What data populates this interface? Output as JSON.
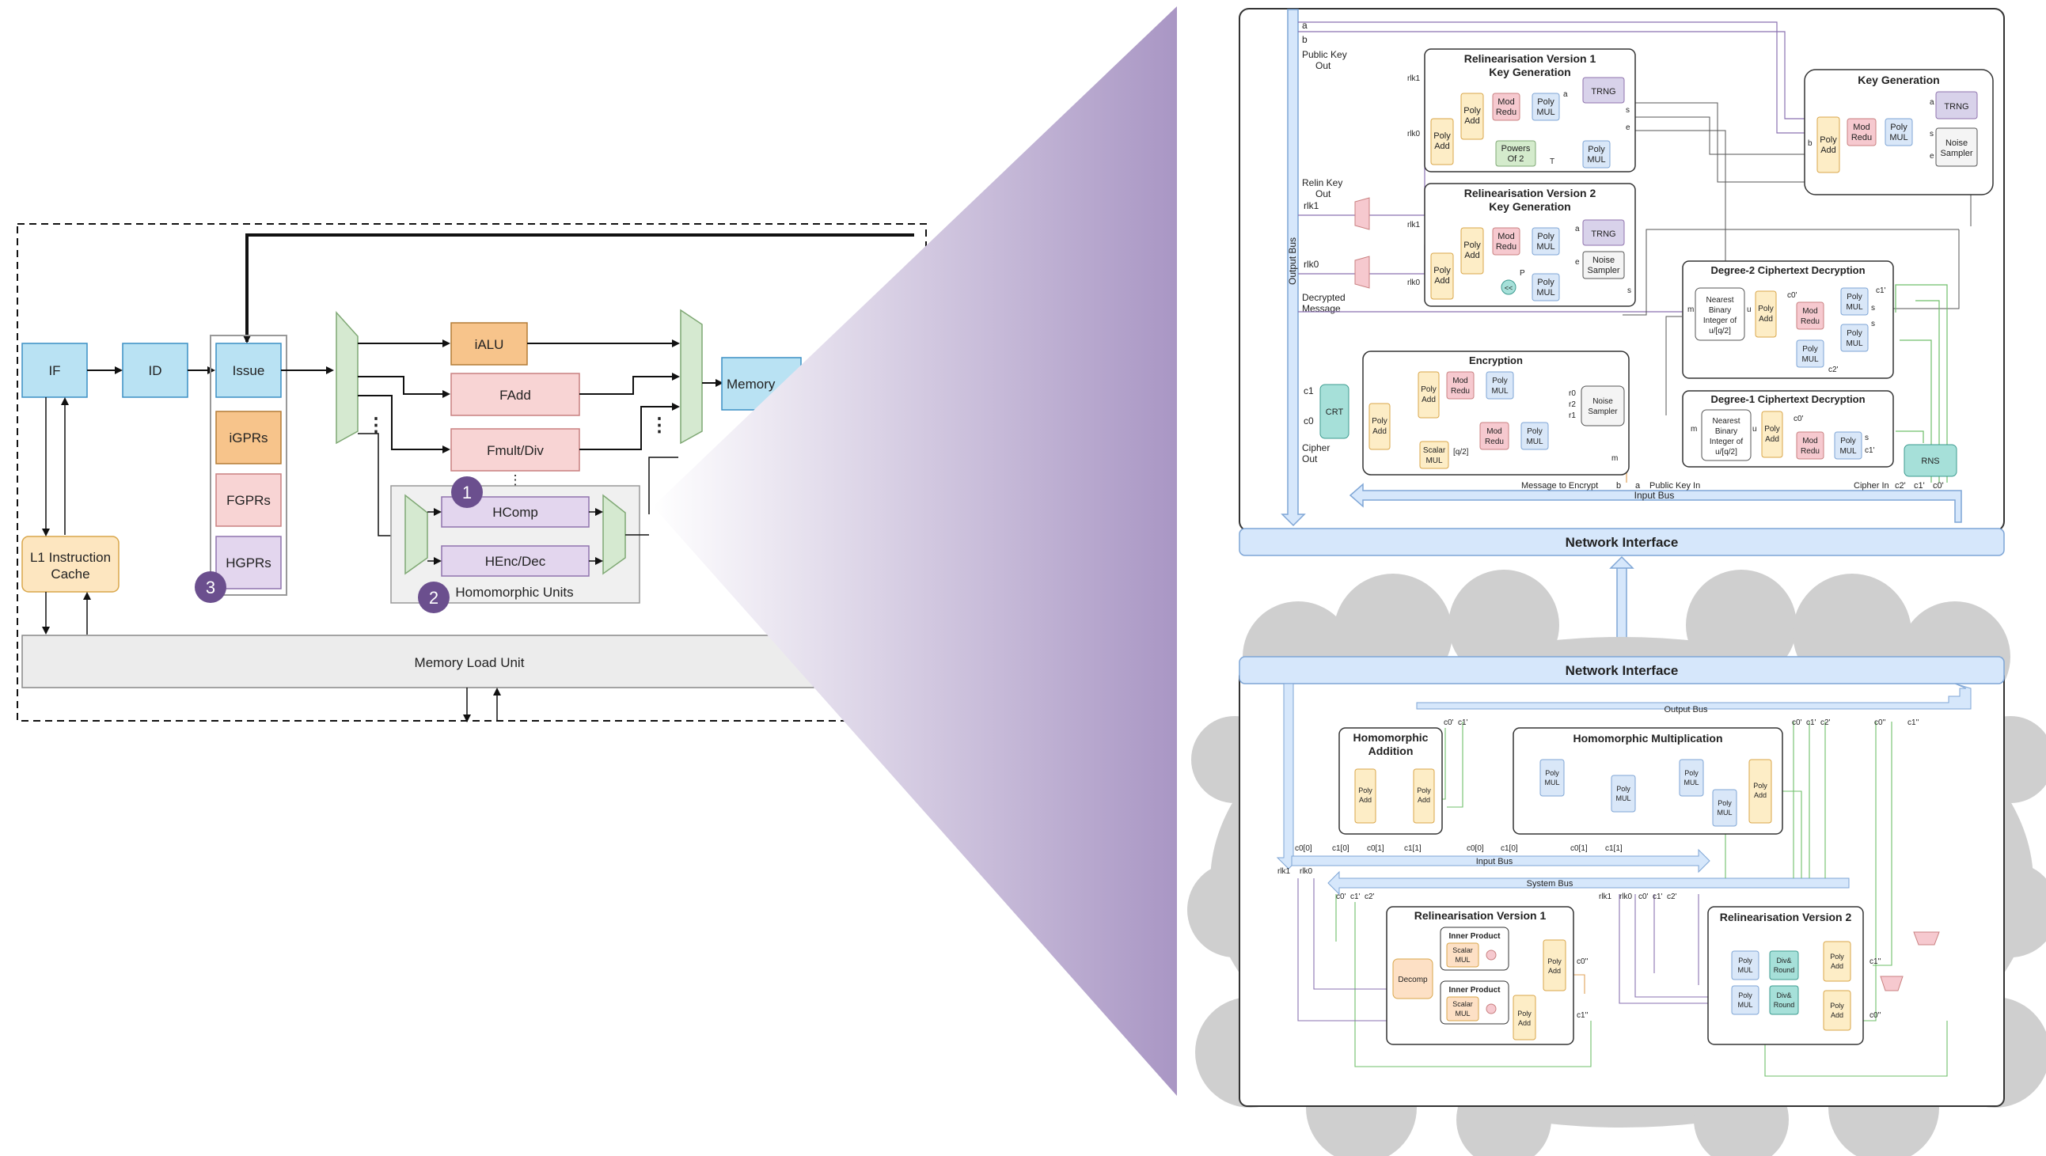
{
  "colors": {
    "blue": "#b9e2f3",
    "blue_stroke": "#3b8fc4",
    "orange": "#f7c48b",
    "orange_stroke": "#b37c36",
    "red": "#f8d4d4",
    "red_stroke": "#c98080",
    "purple": "#e3d6ee",
    "purple_stroke": "#8f73ad",
    "green": "#d5e9d0",
    "green_stroke": "#7fa874",
    "yellow": "#fde6c0",
    "yellow_stroke": "#d9a64a",
    "badge": "#6b4f8e",
    "poly_mul": "#d9e7f8",
    "mod_redu": "#f6c9cf",
    "poly_add": "#fdedc6",
    "trng": "#d8d2ea",
    "powers": "#d4ebcc",
    "crt": "#a6e0d9",
    "bus": "#d6e7fb",
    "bus_stroke": "#7fa6d6",
    "cloud": "#cfcfcf"
  },
  "pipeline": {
    "if": "IF",
    "id": "ID",
    "issue": "Issue",
    "igprs": "iGPRs",
    "fgprs": "FGPRs",
    "hgprs": "HGPRs",
    "ialu": "iALU",
    "fadd": "FAdd",
    "fmult": "Fmult/Div",
    "memory": "Memory",
    "hcomp": "HComp",
    "hencdec": "HEnc/Dec",
    "homomorphic_units": "Homomorphic Units",
    "l1_cache": [
      "L1 Instruction",
      "Cache"
    ],
    "memory_load": "Memory Load Unit",
    "badge1": "1",
    "badge2": "2",
    "badge3": "3",
    "dots": "⋮"
  },
  "top_module": {
    "bus_labels": {
      "output_bus": "Output Bus",
      "input_bus": "Input Bus"
    },
    "side_labels": {
      "a": "a",
      "b": "b",
      "public_key_out": [
        "Public Key",
        "Out"
      ],
      "relin_key_out": [
        "Relin Key",
        "Out"
      ],
      "rlk1": "rlk1",
      "rlk0": "rlk0",
      "decrypted": [
        "Decrypted",
        "Message"
      ],
      "c1": "c1",
      "c0": "c0",
      "cipher_out": [
        "Cipher",
        "Out"
      ]
    },
    "relin1_title": [
      "Relinearisation Version 1",
      "Key Generation"
    ],
    "relin2_title": [
      "Relinearisation Version 2",
      "Key Generation"
    ],
    "keygen_title": "Key Generation",
    "deg2_title": "Degree-2 Ciphertext Decryption",
    "deg1_title": "Degree-1 Ciphertext Decryption",
    "enc_title": "Encryption",
    "blocks": {
      "poly_add": [
        "Poly",
        "Add"
      ],
      "poly_mul": [
        "Poly",
        "MUL"
      ],
      "mod_redu": [
        "Mod",
        "Redu"
      ],
      "trng": "TRNG",
      "noise_sampler": [
        "Noise",
        "Sampler"
      ],
      "powers": [
        "Powers",
        "Of 2"
      ],
      "scalar_mul": [
        "Scalar",
        "MUL"
      ],
      "crt": "CRT",
      "rns": "RNS",
      "nearest": [
        "Nearest",
        "Binary",
        "Integer of",
        "u/[q/2]"
      ],
      "shift": "<<"
    },
    "wire_labels": {
      "s": "s",
      "e": "e",
      "a": "a",
      "T": "T",
      "P": "P",
      "m": "m",
      "u": "u",
      "c0p": "c0'",
      "c1p": "c1'",
      "c2p": "c2'",
      "r0": "r0",
      "r1": "r1",
      "r2": "r2",
      "q2": "[q/2]",
      "rlk1": "rlk1",
      "rlk0": "rlk0"
    },
    "bottom_labels": {
      "message_to_encrypt": "Message to Encrypt",
      "b": "b",
      "a": "a",
      "public_key_in": "Public Key In",
      "cipher_in": "Cipher In",
      "c2p": "c2'",
      "c1p": "c1'",
      "c0p": "c0'"
    }
  },
  "network_interface": "Network Interface",
  "bottom_module": {
    "output_bus": "Output Bus",
    "input_bus": "Input Bus",
    "system_bus": "System Bus",
    "hadd_title": [
      "Homomorphic",
      "Addition"
    ],
    "hmul_title": "Homomorphic Multiplication",
    "relin1_title": "Relinearisation Version 1",
    "relin2_title": "Relinearisation Version 2",
    "inner_product": "Inner Product",
    "decomp": "Decomp",
    "div_round": [
      "Div&",
      "Round"
    ],
    "wire_labels": {
      "c00": "c0[0]",
      "c10": "c1[0]",
      "c01": "c0[1]",
      "c11": "c1[1]",
      "c0p": "c0'",
      "c1p": "c1'",
      "c2p": "c2'",
      "c0pp": "c0''",
      "c1pp": "c1''",
      "rlk1": "rlk1",
      "rlk0": "rlk0"
    }
  }
}
